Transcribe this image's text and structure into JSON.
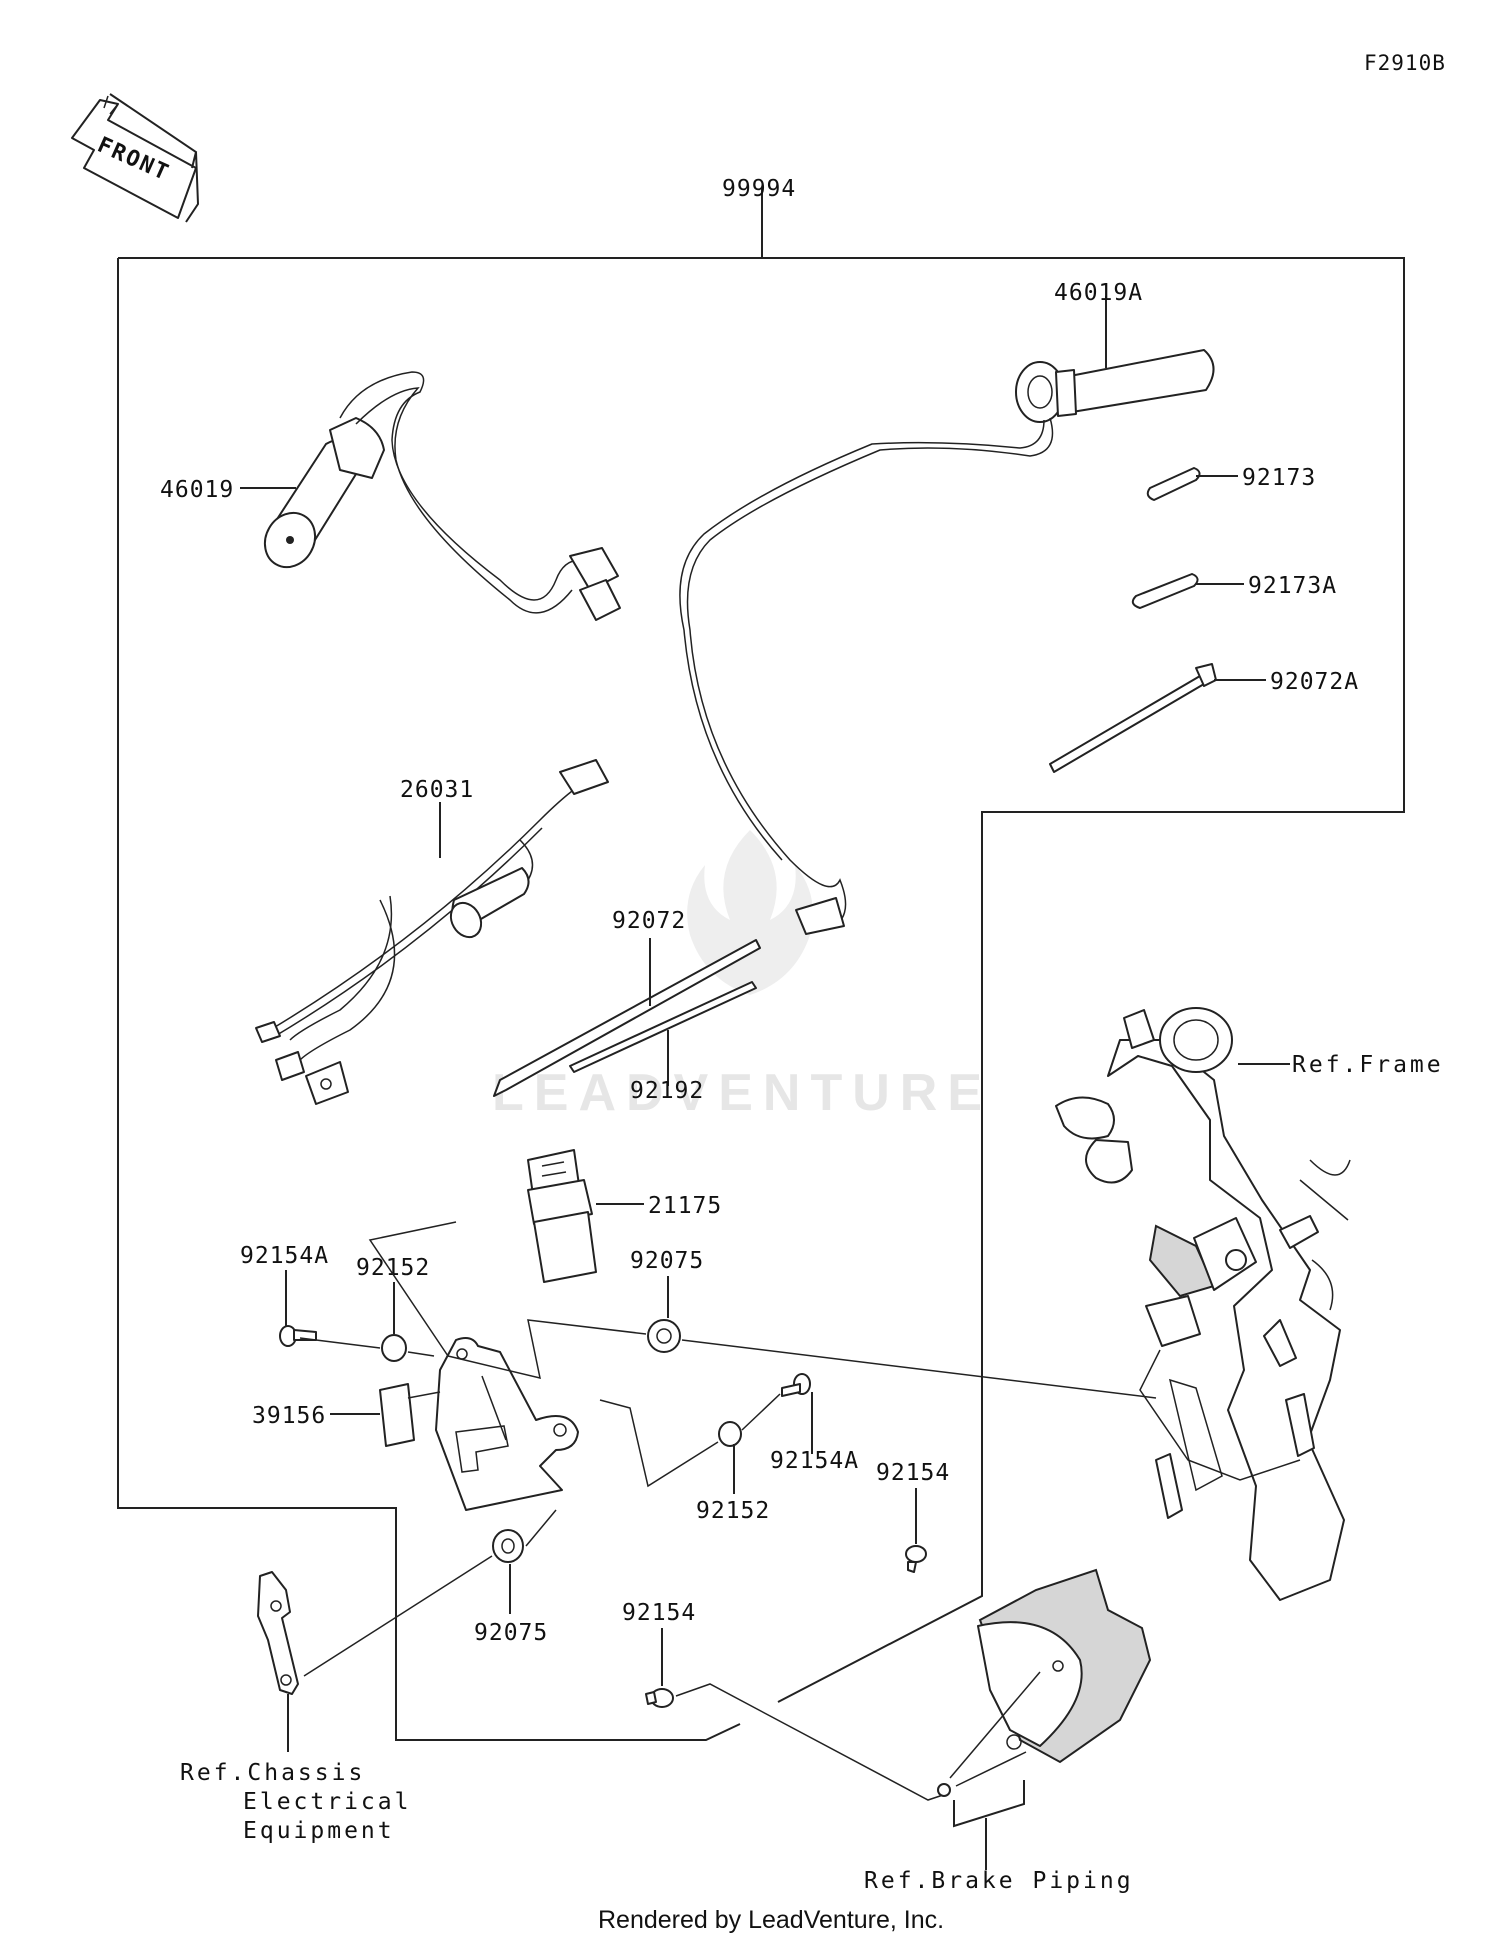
{
  "figure_code": "F2910B",
  "front_label": "FRONT",
  "watermark": "LEADVENTURE",
  "footer": "Rendered by LeadVenture, Inc.",
  "parts": {
    "p99994": "99994",
    "p46019": "46019",
    "p46019A": "46019A",
    "p92173": "92173",
    "p92173A": "92173A",
    "p92072A": "92072A",
    "p26031": "26031",
    "p92072": "92072",
    "p92192": "92192",
    "p21175": "21175",
    "p92154A_left": "92154A",
    "p92152_left": "92152",
    "p92075_top": "92075",
    "p39156": "39156",
    "p92154A_right": "92154A",
    "p92152_right": "92152",
    "p92154_right": "92154",
    "p92075_bottom": "92075",
    "p92154_bottom": "92154"
  },
  "refs": {
    "frame": "Ref.Frame",
    "chassis_1": "Ref.Chassis",
    "chassis_2": "Electrical",
    "chassis_3": "Equipment",
    "brake": "Ref.Brake Piping"
  }
}
